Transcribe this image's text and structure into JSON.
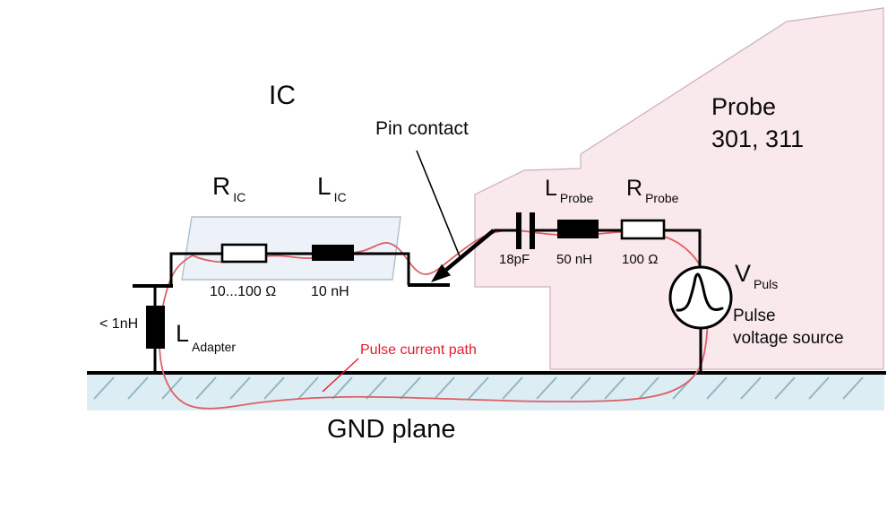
{
  "diagram": {
    "ic_title": "IC",
    "pin_contact": "Pin contact",
    "probe": {
      "name": "Probe",
      "models": "301, 311"
    },
    "components": {
      "r_ic": {
        "symbol": "R",
        "sub": "IC",
        "value": "10...100 Ω"
      },
      "l_ic": {
        "symbol": "L",
        "sub": "IC",
        "value": "10 nH"
      },
      "l_adapter": {
        "symbol": "L",
        "sub": "Adapter",
        "value": "< 1nH"
      },
      "c_probe": {
        "value": "18pF"
      },
      "l_probe": {
        "symbol": "L",
        "sub": "Probe",
        "value": "50 nH"
      },
      "r_probe": {
        "symbol": "R",
        "sub": "Probe",
        "value": "100 Ω"
      },
      "v_puls": {
        "symbol": "V",
        "sub": "Puls",
        "desc_line1": "Pulse",
        "desc_line2": "voltage source"
      }
    },
    "annotations": {
      "pulse_current_path": "Pulse current path",
      "gnd_plane": "GND plane"
    },
    "colors": {
      "probe_region_fill": "#f9e8ec",
      "probe_region_border": "#cdafba",
      "ic_region_fill": "#edf2f8",
      "ic_region_border": "#aebdd2",
      "gnd_fill": "#dcedf4",
      "hatch": "#95b5c1",
      "current_path": "#dd5f66",
      "annotation_red": "#e8192d",
      "wire": "#000000"
    }
  }
}
